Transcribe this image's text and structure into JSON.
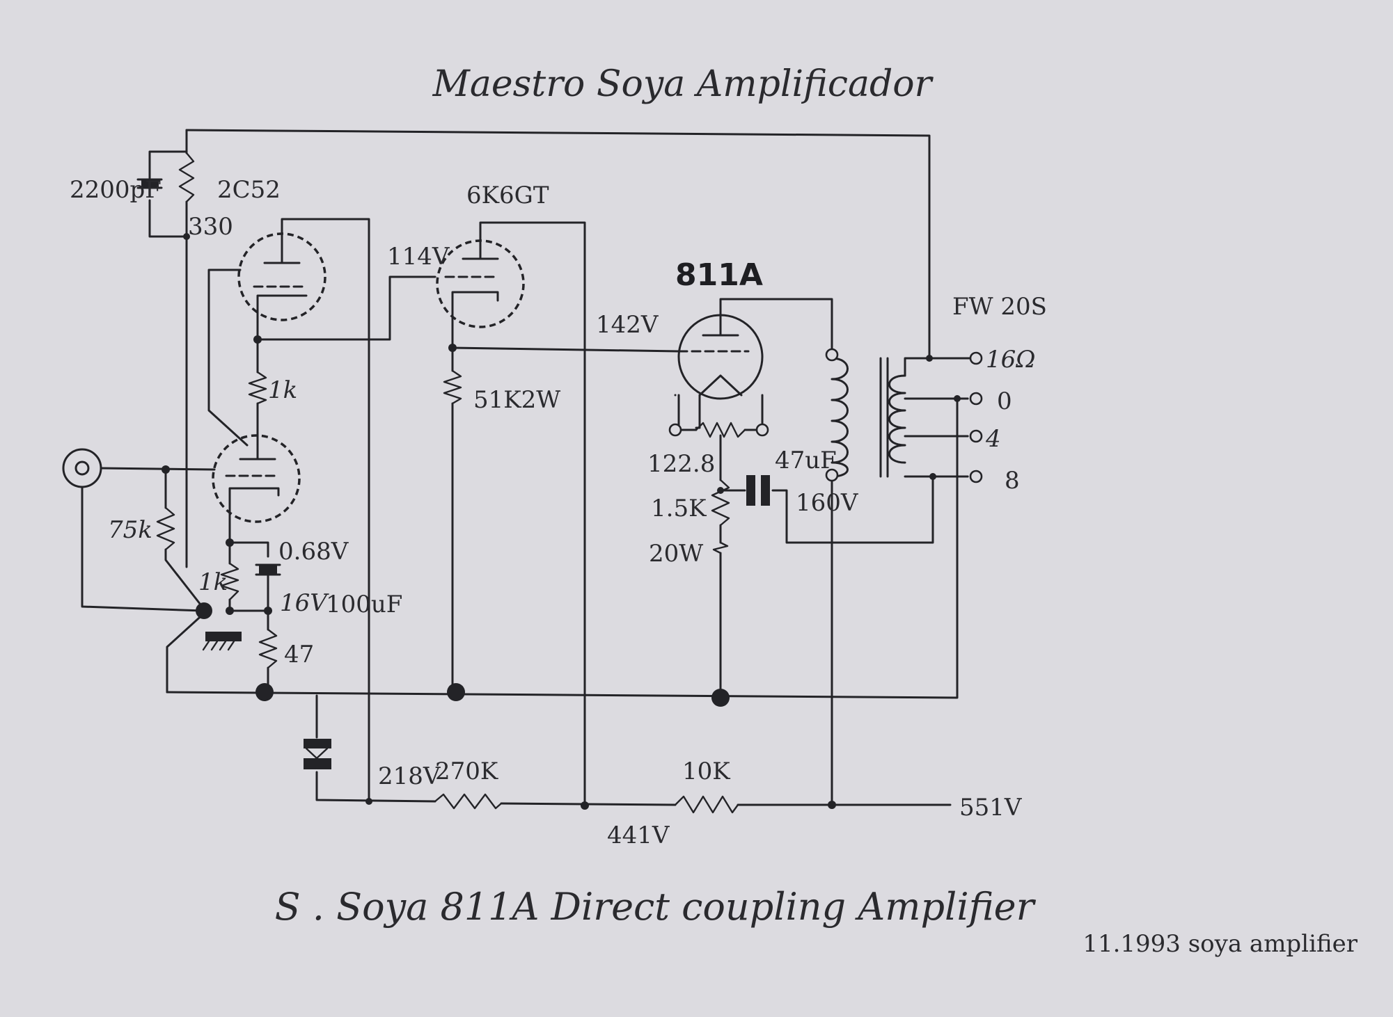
{
  "title": "Maestro Soya Amplificador",
  "caption": "S . Soya  811A Direct coupling Amplifier",
  "footnote": "11.1993 soya amplifier",
  "labels": {
    "cap_2200pf": "2200pF",
    "r_330": "330",
    "tube_2c52": "2C52",
    "tube_6k6gt": "6K6GT",
    "v_114": "114V",
    "tube_811a": "811A",
    "v_142": "142V",
    "r_51k2w": "51K2W",
    "r_1k_upper": "1k",
    "r_75k": "75k",
    "r_1k_lower": "1k",
    "v_068": "0.68V",
    "cap_16v": "16V",
    "cap_100uf": "100uF",
    "r_47": "47",
    "v_1228": "122.8",
    "r_15k": "1.5K",
    "r_20w": "20W",
    "cap_47uf": "47uF",
    "v_160": "160V",
    "xfmr_fw20s": "FW 20S",
    "tap_16": "16Ω",
    "tap_0": "0",
    "tap_4": "4",
    "tap_8": "8",
    "v_218": "218V",
    "r_270k": "270K",
    "r_10k": "10K",
    "v_441": "441V",
    "v_551": "551V"
  }
}
